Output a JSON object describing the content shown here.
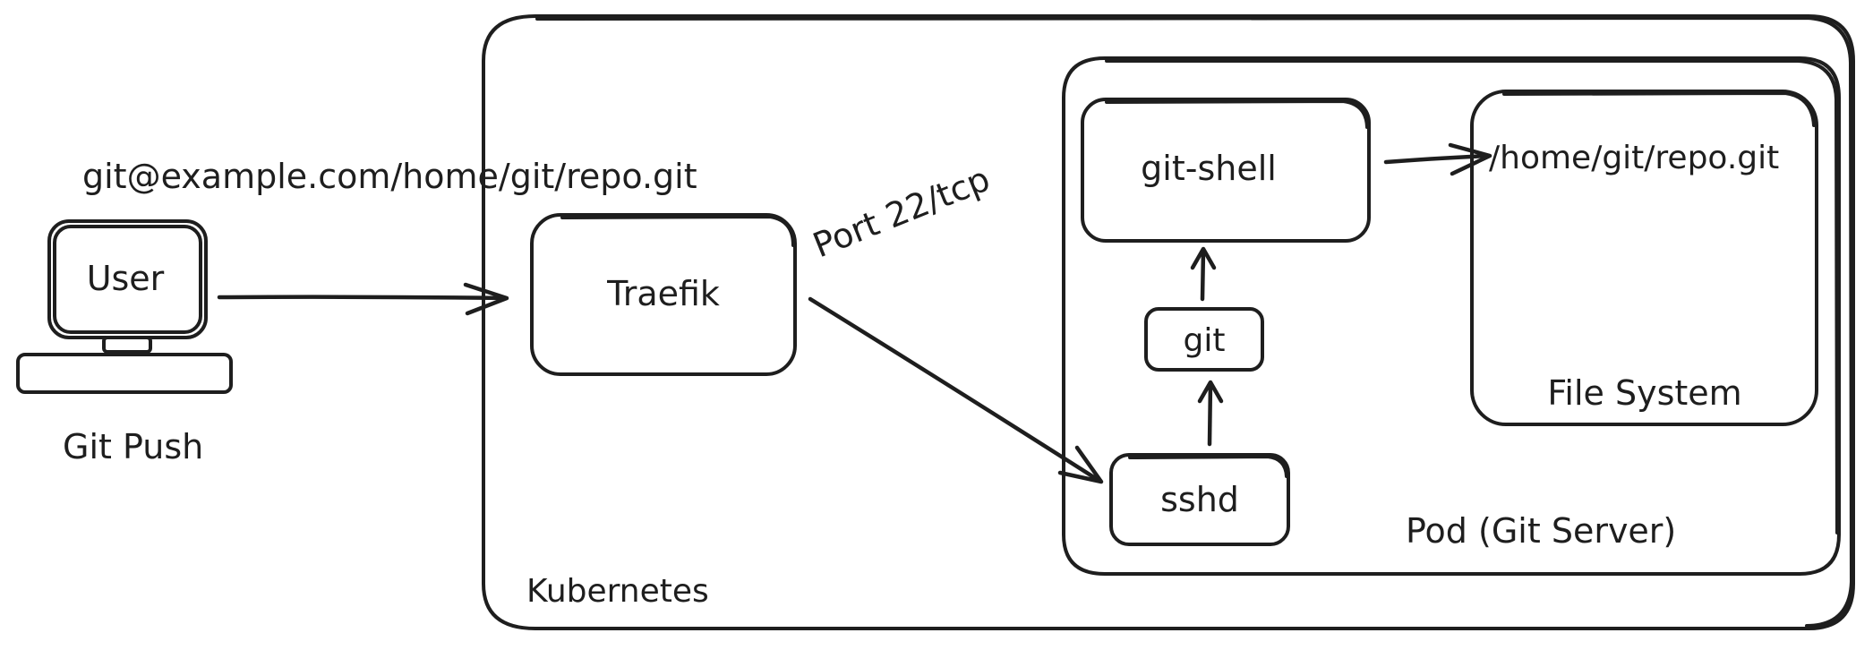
{
  "labels": {
    "user": "User",
    "git_push": "Git Push",
    "url": "git@example.com/home/git/repo.git",
    "traefik": "Traefik",
    "port": "Port 22/tcp",
    "kubernetes": "Kubernetes",
    "pod": "Pod (Git Server)",
    "git_shell": "git-shell",
    "git": "git",
    "sshd": "sshd",
    "fs_path": "/home/git/repo.git",
    "file_system": "File System"
  },
  "colors": {
    "ink": "#1e1e1e",
    "background": "#ffffff"
  }
}
